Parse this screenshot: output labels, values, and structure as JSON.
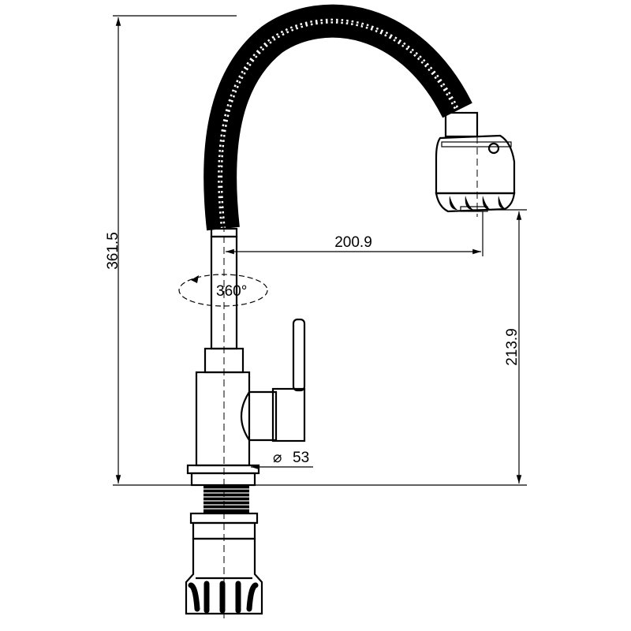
{
  "dimensions": {
    "total_height": "361.5",
    "reach": "200.9",
    "spout_height": "213.9",
    "base_diameter": "53",
    "diameter_symbol": "⌀",
    "rotation": "360°"
  }
}
